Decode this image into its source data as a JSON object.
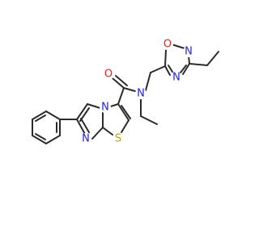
{
  "molecule": {
    "colors": {
      "bond": "#2b2b2b",
      "O": "#e8231f",
      "N": "#2323e0",
      "S": "#b8a21c"
    },
    "atoms": {
      "o_carbonyl": "O",
      "n_amide": "N",
      "o_oxadiazole": "O",
      "n_oxadiazole_top": "N",
      "n_oxadiazole_bottom": "N",
      "n_bridge": "N",
      "n_imidazole": "N",
      "s_thiazole": "S"
    }
  }
}
